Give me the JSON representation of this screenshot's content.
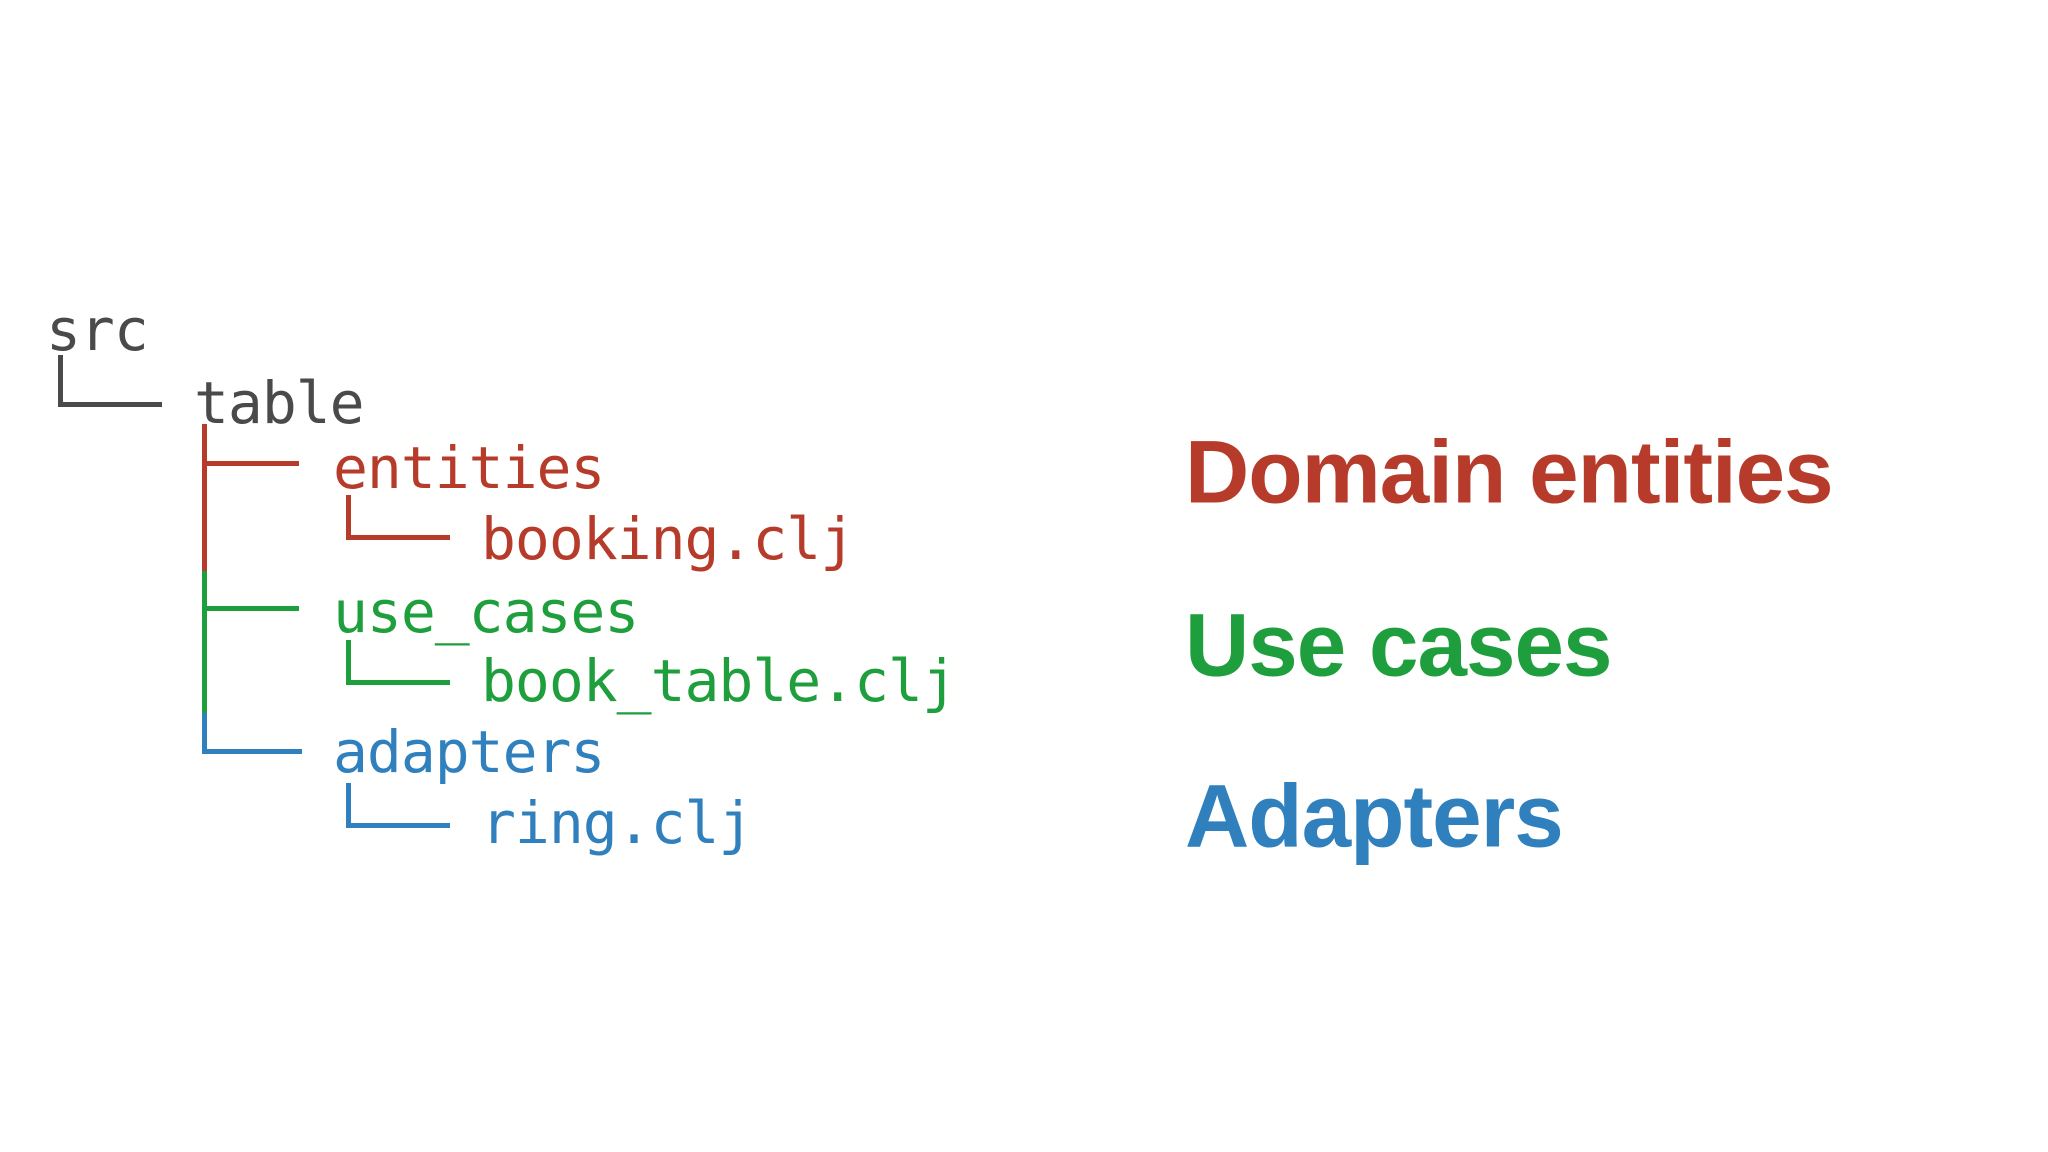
{
  "colors": {
    "background": "#fcfcfb",
    "gray": "#4a4a4a",
    "red": "#b73b2b",
    "green": "#1e9e3c",
    "blue": "#2f80bd"
  },
  "tree": {
    "root_label": "src",
    "parent_label": "table",
    "branches": [
      {
        "dir": "entities",
        "file": "booking.clj",
        "color": "red"
      },
      {
        "dir": "use_cases",
        "file": "book_table.clj",
        "color": "green"
      },
      {
        "dir": "adapters",
        "file": "ring.clj",
        "color": "blue"
      }
    ]
  },
  "annotations": [
    {
      "label": "Domain entities",
      "color": "red"
    },
    {
      "label": "Use cases",
      "color": "green"
    },
    {
      "label": "Adapters",
      "color": "blue"
    }
  ]
}
